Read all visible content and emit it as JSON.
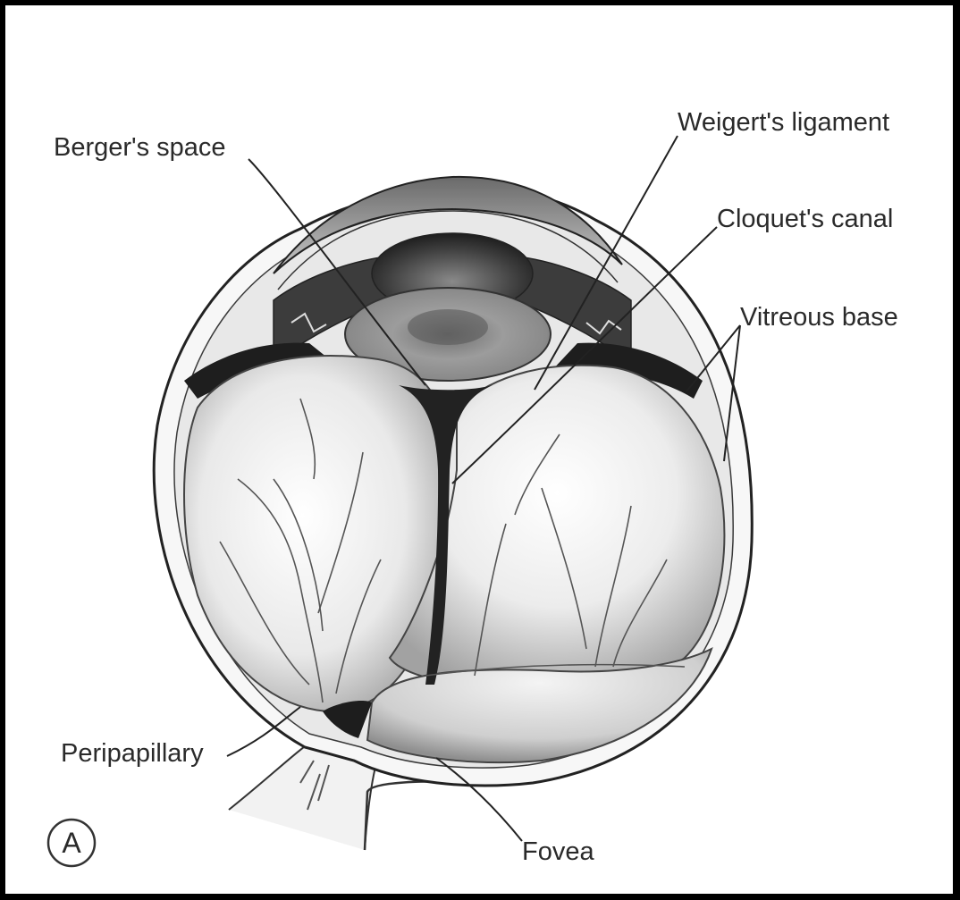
{
  "labels": {
    "bergers_space": "Berger's space",
    "weigerts_ligament": "Weigert's ligament",
    "cloquets_canal": "Cloquet's canal",
    "vitreous_base": "Vitreous base",
    "peripapillary": "Peripapillary",
    "fovea": "Fovea",
    "panel_letter": "A"
  },
  "colors": {
    "background": "#000000",
    "panel": "#ffffff",
    "ink": "#2a2a2a"
  }
}
